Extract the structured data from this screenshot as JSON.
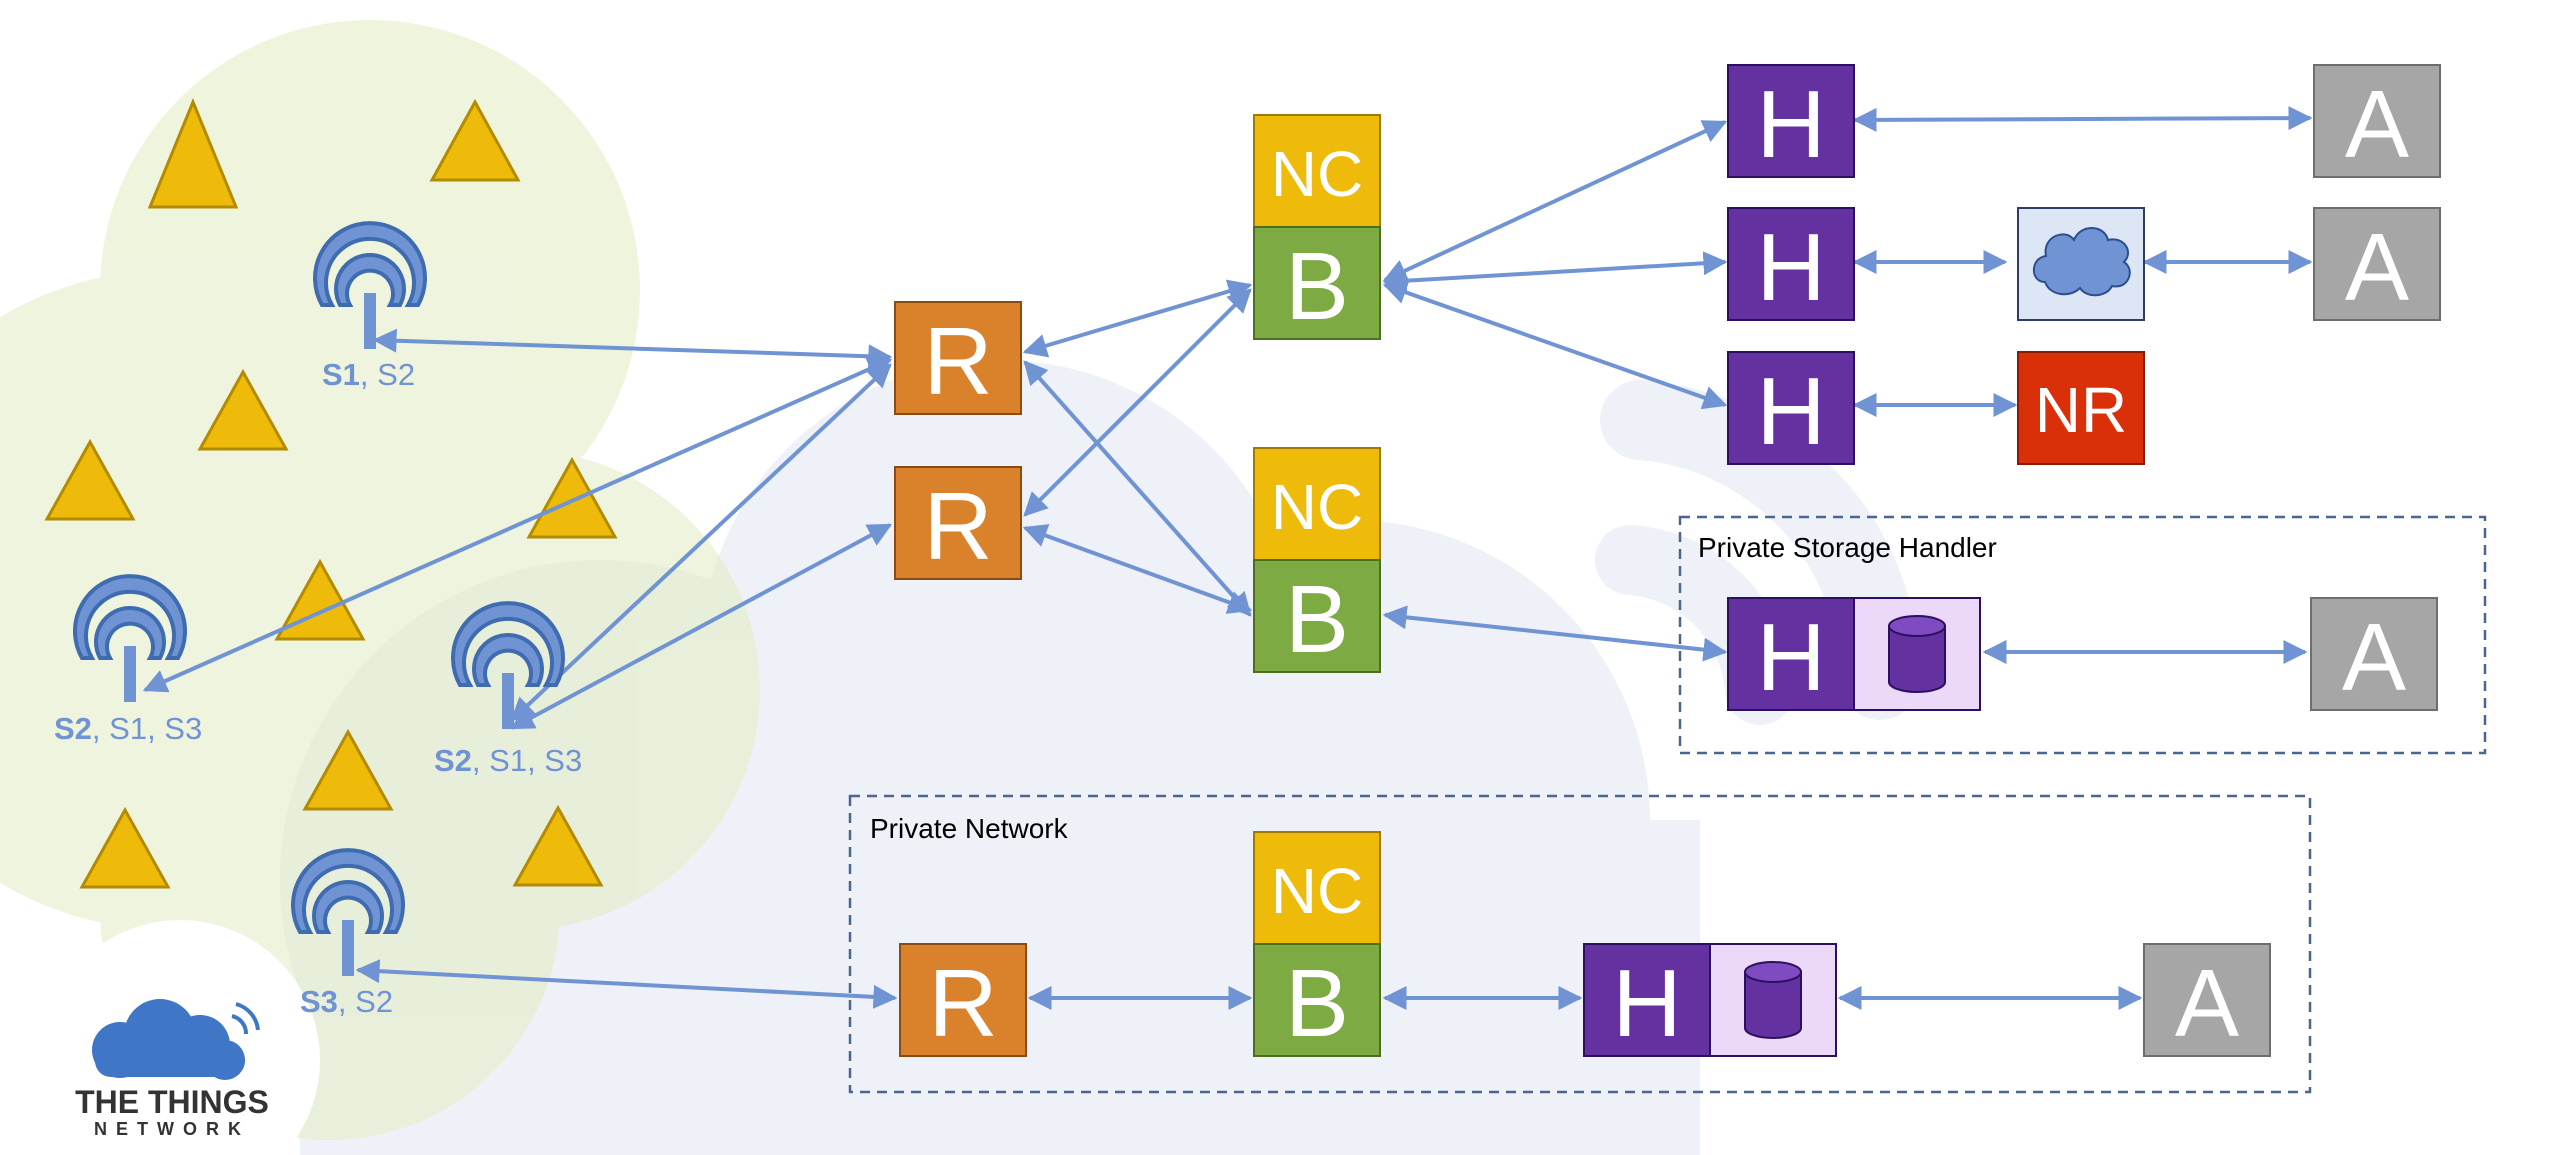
{
  "colors": {
    "router": "#D9822B",
    "broker": "#7EAA44",
    "network_controller": "#EEBB0A",
    "handler": "#6331A0",
    "application": "#A6A6A6",
    "network_router": "#D9300A",
    "arrow": "#6F93D3",
    "gateway": "#6F93D3",
    "coverage": "#E4EDC7",
    "cloud_bg": "#E9EFF6",
    "storage": "#ECD8F8",
    "node": "#EEBB0A",
    "logo_cloud": "#3F76C6"
  },
  "blocks": {
    "router_1": "R",
    "router_2": "R",
    "router_private": "R",
    "nc_1": "NC",
    "nc_2": "NC",
    "nc_private": "NC",
    "broker_1": "B",
    "broker_2": "B",
    "broker_private": "B",
    "handler_1": "H",
    "handler_2": "H",
    "handler_3": "H",
    "handler_storage": "H",
    "handler_private": "H",
    "app_1": "A",
    "app_2": "A",
    "app_storage": "A",
    "app_private": "A",
    "network_router": "NR"
  },
  "groups": {
    "private_storage_handler": "Private Storage Handler",
    "private_network": "Private Network"
  },
  "gateways": [
    {
      "id": "gw1",
      "primary": "S1",
      "others": ", S2"
    },
    {
      "id": "gw2",
      "primary": "S2",
      "others": ", S1, S3"
    },
    {
      "id": "gw3",
      "primary": "S2",
      "others": ", S1, S3"
    },
    {
      "id": "gw4",
      "primary": "S3",
      "others": ", S2"
    }
  ],
  "logo": {
    "line1": "THE THINGS",
    "line2": "NETWORK"
  },
  "icons": {
    "cloud": "cloud-icon",
    "storage": "database-cylinder-icon",
    "gateway": "antenna-icon",
    "node": "triangle-node-icon"
  }
}
